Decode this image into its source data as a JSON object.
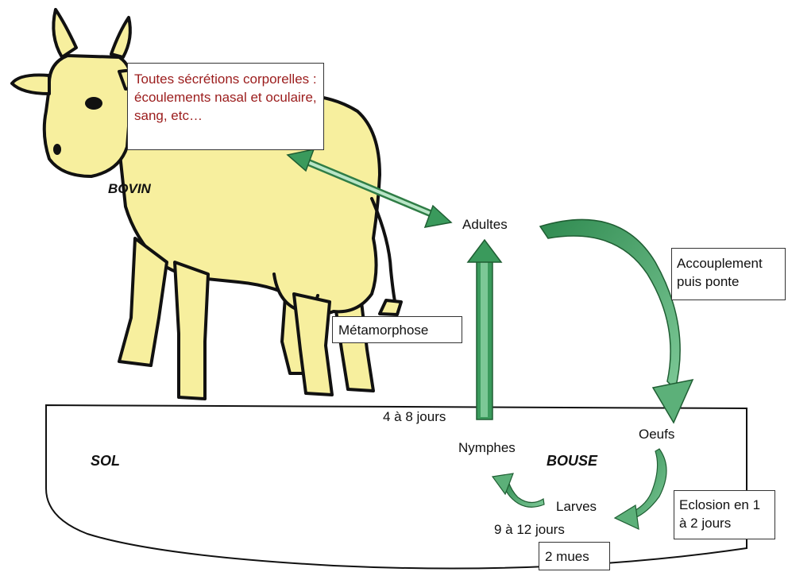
{
  "colors": {
    "cow_fill": "#f7ef9e",
    "outline": "#111111",
    "arrow_green": "#3a9a5c",
    "arrow_green_light": "#8fd0a4",
    "secretions_text": "#9b1c1c"
  },
  "labels": {
    "secretions": "Toutes sécrétions corporelles : écoulements nasal et oculaire, sang, etc…",
    "bovin": "BOVIN",
    "adultes": "Adultes",
    "accouplement": "Accouplement puis ponte",
    "metamorphose": "Métamorphose",
    "duree_nymphose": "4 à 8 jours",
    "sol": "SOL",
    "nymphes": "Nymphes",
    "bouse": "BOUSE",
    "oeufs": "Oeufs",
    "larves": "Larves",
    "duree_larves": "9 à 12 jours",
    "eclosion": "Eclosion en 1 à 2 jours",
    "mues": "2 mues"
  }
}
